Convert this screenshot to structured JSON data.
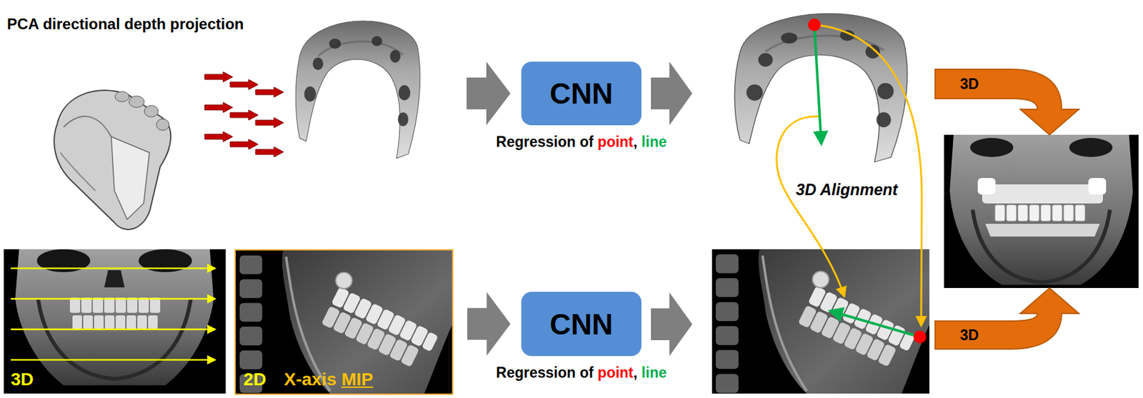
{
  "diagram": {
    "title": "PCA directional depth projection",
    "nodes": [
      {
        "text": [
          "CNN",
          "Regression of",
          "point",
          ",",
          "line"
        ]
      },
      {
        "text": [
          "3D"
        ]
      },
      {
        "text": [
          "2D",
          "X-axis",
          "MIP"
        ]
      },
      {
        "text": [
          "CNN",
          "Regression of",
          "point",
          ",",
          "line"
        ]
      }
    ],
    "edges": [
      {
        "from": 2,
        "to": 3,
        "arrow": "to"
      }
    ],
    "labels": [
      "3D Alignment",
      "3D",
      "3D"
    ]
  }
}
